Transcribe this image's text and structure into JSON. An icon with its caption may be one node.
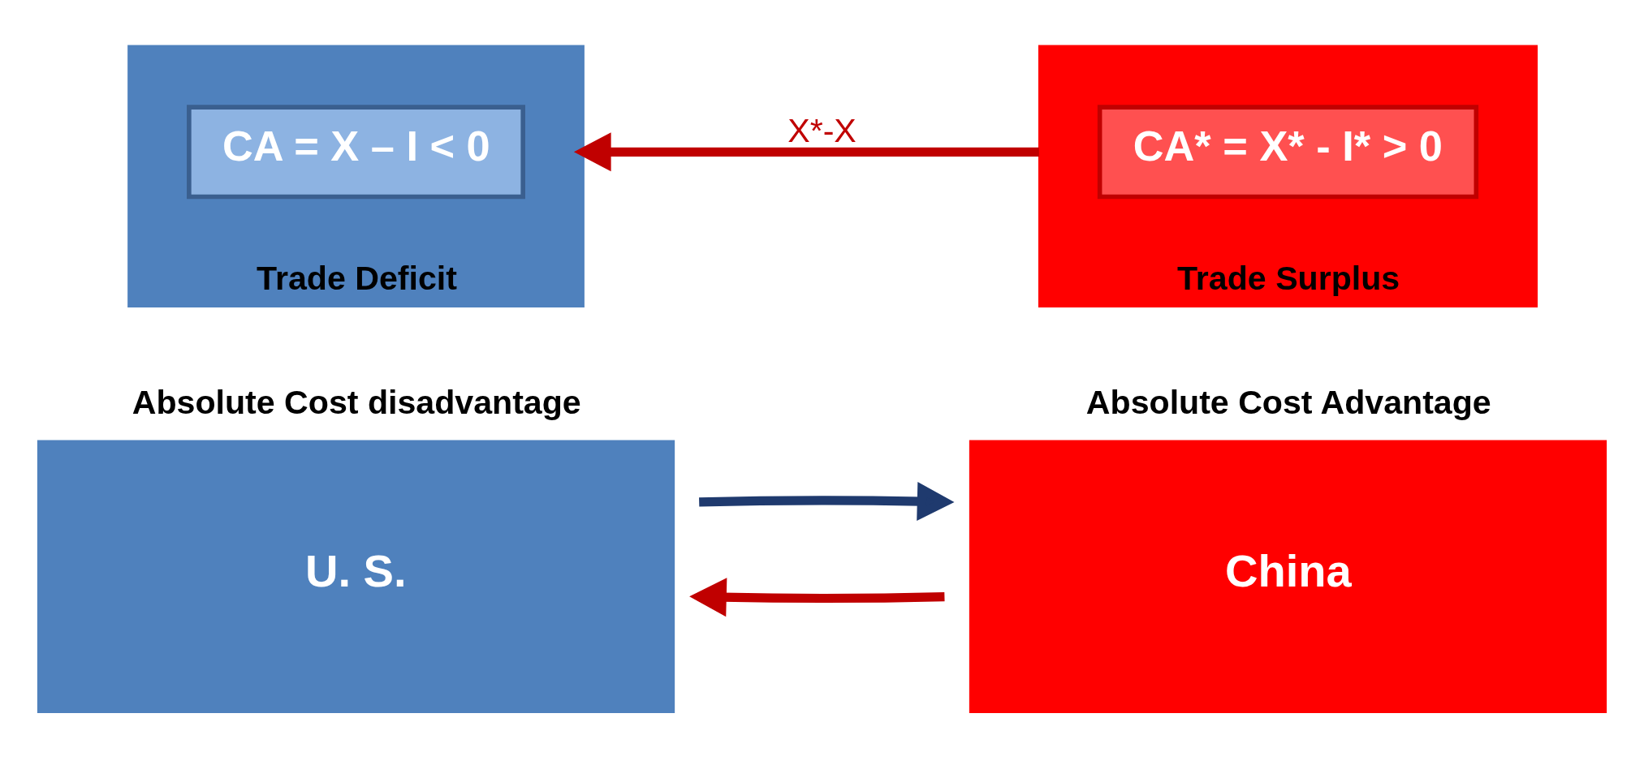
{
  "diagram": {
    "nodes": [
      {
        "text": [
          "Absolute Cost disadvantage",
          "U. S."
        ]
      },
      {
        "text": [
          "Absolute Cost Advantage",
          "China"
        ]
      },
      {
        "text": [
          "Trade Deficit"
        ]
      },
      {
        "text": [
          "CA = X – I < 0"
        ],
        "in": 2
      },
      {
        "text": [
          "Trade Surplus"
        ]
      },
      {
        "text": [
          "CA* = X* - I* > 0"
        ],
        "in": 4
      }
    ],
    "edges": [
      {
        "from": 1,
        "to": 0,
        "arrow": "to"
      },
      {
        "from": 0,
        "to": 1,
        "arrow": "to",
        "color": "#1f3a6e"
      },
      {
        "from": 4,
        "to": 2,
        "label": "X*-X",
        "arrow": "to"
      }
    ]
  }
}
